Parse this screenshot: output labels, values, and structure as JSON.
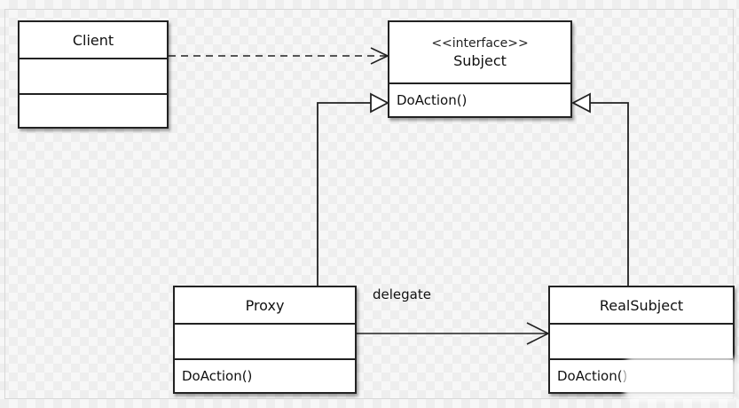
{
  "diagram": {
    "client": {
      "name": "Client",
      "attributes": "",
      "operations": ""
    },
    "subject": {
      "stereotype": "<<interface>>",
      "name": "Subject",
      "operations": "DoAction()"
    },
    "proxy": {
      "name": "Proxy",
      "attributes": "",
      "operations": "DoAction()"
    },
    "real_subject": {
      "name": "RealSubject",
      "attributes": "",
      "operations": "DoAction()"
    },
    "relations": {
      "delegate_label": "delegate"
    }
  }
}
